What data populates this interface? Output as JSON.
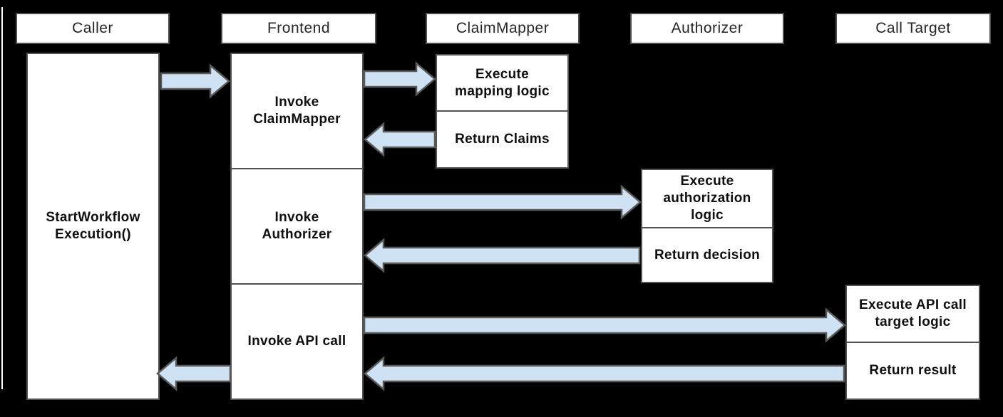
{
  "colors": {
    "background": "#000000",
    "box_fill": "#ffffff",
    "box_border": "#4d4d4d",
    "arrow_fill": "#cfe2f3",
    "arrow_border": "#595959",
    "text": "#1a1a1a"
  },
  "lifelines": {
    "caller": {
      "header": "Caller",
      "activation": "StartWorkflow\nExecution()"
    },
    "frontend": {
      "header": "Frontend",
      "steps": {
        "invoke_claim_mapper": "Invoke\nClaimMapper",
        "invoke_authorizer": "Invoke\nAuthorizer",
        "invoke_api_call": "Invoke API call"
      }
    },
    "claim_mapper": {
      "header": "ClaimMapper",
      "steps": {
        "execute": "Execute\nmapping logic",
        "return": "Return Claims"
      }
    },
    "authorizer": {
      "header": "Authorizer",
      "steps": {
        "execute": "Execute\nauthorization\nlogic",
        "return": "Return decision"
      }
    },
    "call_target": {
      "header": "Call Target",
      "steps": {
        "execute": "Execute API call\ntarget logic",
        "return": "Return result"
      }
    }
  },
  "flows": [
    {
      "from": "Caller",
      "to": "Frontend"
    },
    {
      "from": "Frontend",
      "to": "ClaimMapper"
    },
    {
      "from": "ClaimMapper",
      "to": "Frontend"
    },
    {
      "from": "Frontend",
      "to": "Authorizer"
    },
    {
      "from": "Authorizer",
      "to": "Frontend"
    },
    {
      "from": "Frontend",
      "to": "CallTarget"
    },
    {
      "from": "CallTarget",
      "to": "Frontend"
    },
    {
      "from": "Frontend",
      "to": "Caller"
    }
  ]
}
